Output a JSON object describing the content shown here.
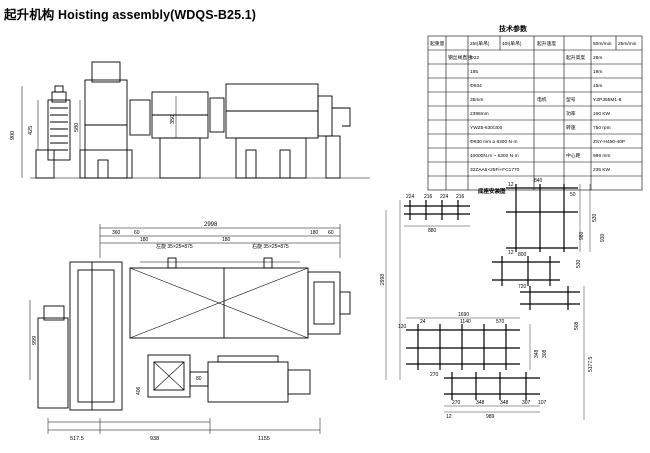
{
  "title": "起升机构 Hoisting assembly(WDQS-B25.1)",
  "elevation": {
    "dims_left": [
      "900",
      "425",
      "580"
    ],
    "dims_mid": [
      "350"
    ]
  },
  "plan": {
    "top_dims": [
      "2998",
      "360",
      "60",
      "180",
      "60",
      "180",
      "180"
    ],
    "drum_labels": [
      "左旋 35×25=875",
      "右旋 35×25=875"
    ],
    "left_dims": [
      "999"
    ],
    "bottom_dims": [
      "517.5",
      "938",
      "1155"
    ],
    "mid_dims": [
      "406",
      "80"
    ]
  },
  "table": {
    "title": "技术参数",
    "rows": [
      [
        "起重量",
        "25t(单吊)",
        "40t(单吊)",
        "起升速度",
        "50m/min",
        "25m/min"
      ],
      [
        "",
        "钢丝绳直径",
        "Φ22",
        "",
        "起升高度",
        "28m"
      ],
      [
        "",
        "",
        "185",
        "",
        "",
        "19m"
      ],
      [
        "",
        "",
        "Φ834",
        "",
        "",
        "15m"
      ],
      [
        "",
        "",
        "35mm",
        "电机",
        "型号",
        "YZP355M1-8"
      ],
      [
        "",
        "",
        "2398mm",
        "",
        "功率",
        "160 KW"
      ],
      [
        "",
        "",
        "YWZ5-630/300",
        "",
        "转速",
        "750 rpm"
      ],
      [
        "",
        "",
        "Φ630 mm ≥ 6300 N·m",
        "",
        "",
        "ZSY-H450-40P"
      ],
      [
        "",
        "",
        "40000N.m ~ 6300 N·m",
        "",
        "中心距",
        "989 mm"
      ],
      [
        "",
        "",
        "32ZAA6×25Fi+FC1770",
        "",
        "",
        "235 KW"
      ]
    ]
  },
  "base": {
    "title": "底座安装图",
    "top_dims": [
      "224",
      "216",
      "224",
      "216",
      "840",
      "12",
      "12",
      "50"
    ],
    "side_dims": [
      "880",
      "530",
      "980",
      "930"
    ],
    "mid_dims": [
      "800",
      "720",
      "2998",
      "1690",
      "530",
      "508"
    ],
    "low_dims": [
      "120",
      "1140",
      "270",
      "570",
      "24"
    ],
    "right_dims": [
      "348",
      "308",
      "5177.5"
    ],
    "bottom_dims": [
      "270",
      "348",
      "348",
      "307",
      "989",
      "107",
      "12"
    ]
  },
  "colors": {
    "line": "#000000",
    "background": "#ffffff"
  }
}
